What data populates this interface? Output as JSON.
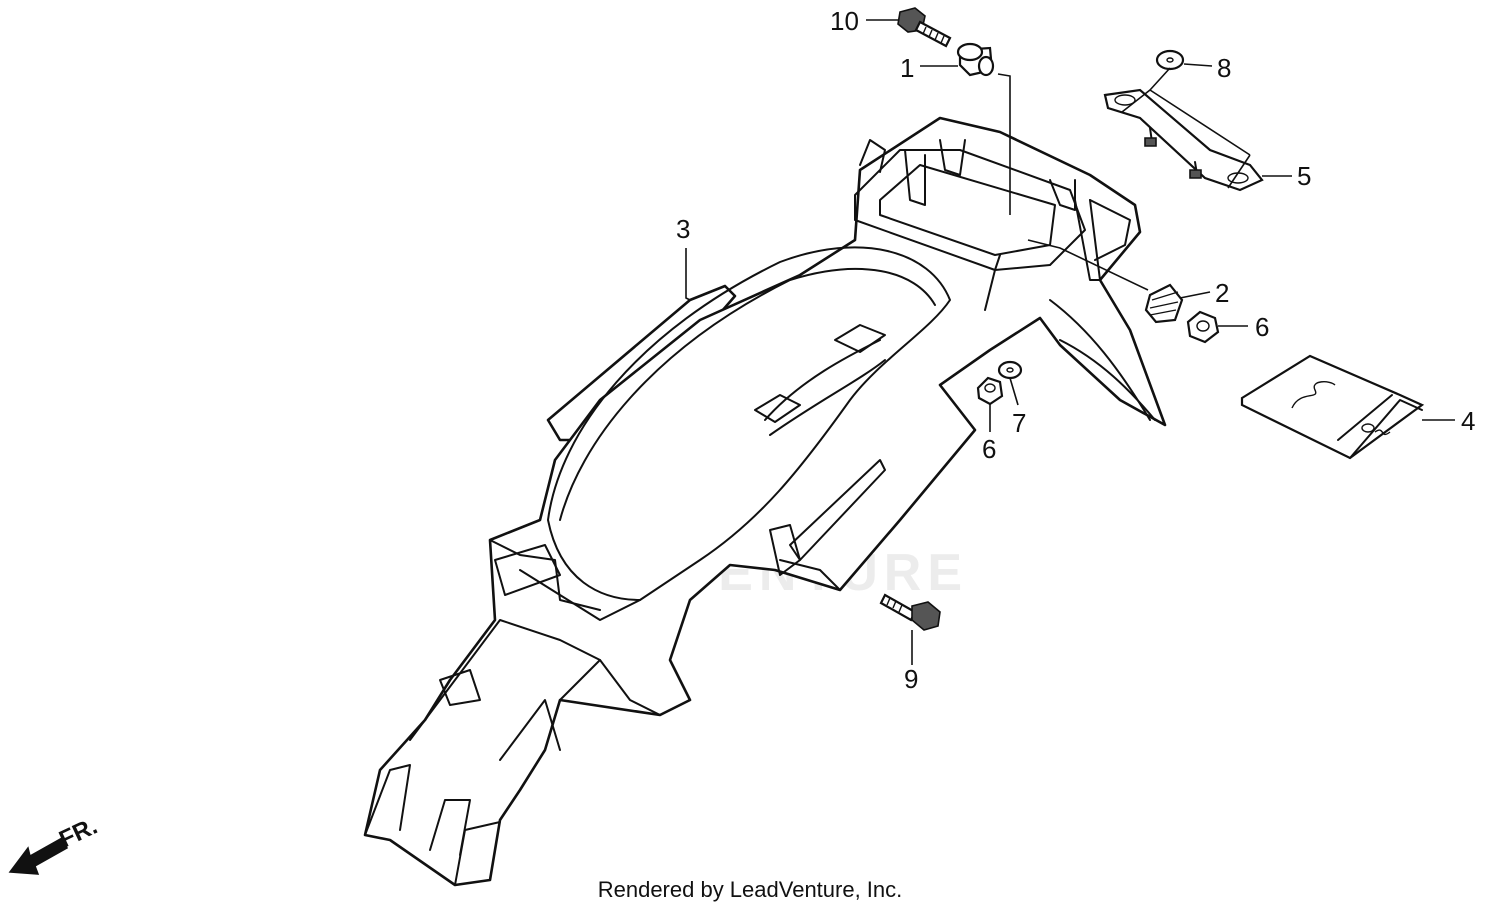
{
  "diagram": {
    "callouts": {
      "c1": "1",
      "c2": "2",
      "c3": "3",
      "c4": "4",
      "c5": "5",
      "c6a": "6",
      "c6b": "6",
      "c7": "7",
      "c8": "8",
      "c9": "9",
      "c10": "10"
    },
    "front_label": "FR.",
    "footer": "Rendered by LeadVenture, Inc.",
    "watermark": "LEADVENTURE",
    "colors": {
      "ink": "#111111",
      "watermark": "#e9e9e9",
      "background": "#ffffff"
    },
    "icons": {
      "front": "front-direction-arrow-icon",
      "watermark": "leadventure-flame-logo-icon"
    }
  }
}
